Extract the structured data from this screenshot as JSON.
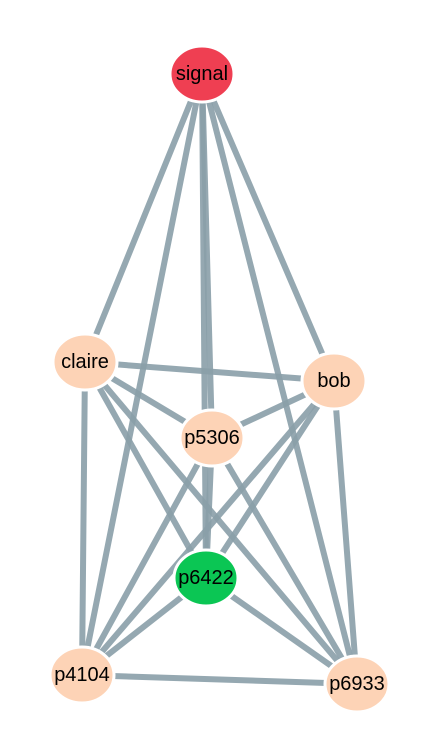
{
  "graph": {
    "colors": {
      "edge": "#8a9ea8",
      "node_default": "#fdd3b6",
      "node_signal": "#ef3f52",
      "node_highlight": "#0bc654"
    },
    "nodes": [
      {
        "id": "signal",
        "label": "signal",
        "color": "#ef3f52"
      },
      {
        "id": "claire",
        "label": "claire",
        "color": "#fdd3b6"
      },
      {
        "id": "bob",
        "label": "bob",
        "color": "#fdd3b6"
      },
      {
        "id": "p5306",
        "label": "p5306",
        "color": "#fdd3b6"
      },
      {
        "id": "p6422",
        "label": "p6422",
        "color": "#0bc654"
      },
      {
        "id": "p4104",
        "label": "p4104",
        "color": "#fdd3b6"
      },
      {
        "id": "p6933",
        "label": "p6933",
        "color": "#fdd3b6"
      }
    ],
    "edges": [
      [
        "signal",
        "claire"
      ],
      [
        "signal",
        "bob"
      ],
      [
        "signal",
        "p5306"
      ],
      [
        "signal",
        "p6422"
      ],
      [
        "signal",
        "p4104"
      ],
      [
        "signal",
        "p6933"
      ],
      [
        "claire",
        "bob"
      ],
      [
        "claire",
        "p5306"
      ],
      [
        "claire",
        "p6422"
      ],
      [
        "claire",
        "p4104"
      ],
      [
        "claire",
        "p6933"
      ],
      [
        "bob",
        "p5306"
      ],
      [
        "bob",
        "p6422"
      ],
      [
        "bob",
        "p4104"
      ],
      [
        "bob",
        "p6933"
      ],
      [
        "p5306",
        "p6422"
      ],
      [
        "p5306",
        "p4104"
      ],
      [
        "p5306",
        "p6933"
      ],
      [
        "p6422",
        "p4104"
      ],
      [
        "p6422",
        "p6933"
      ],
      [
        "p4104",
        "p6933"
      ]
    ]
  }
}
